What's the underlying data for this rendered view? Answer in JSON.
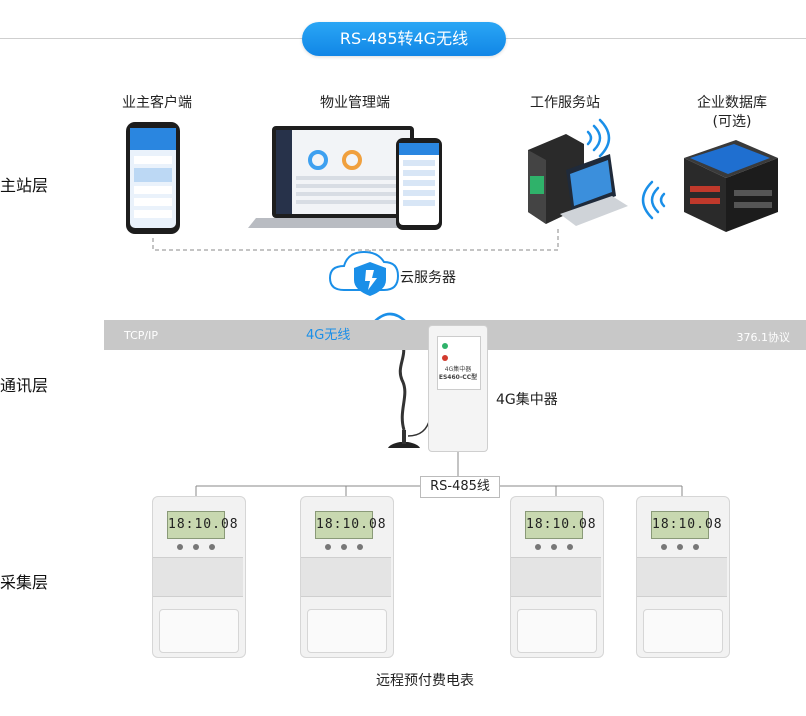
{
  "title": "RS-485转4G无线",
  "layers": {
    "master": "主站层",
    "comm": "通讯层",
    "collect": "采集层"
  },
  "master_devices": {
    "owner_client": "业主客户端",
    "property_client": "物业管理端",
    "workstation": "工作服务站",
    "enterprise_db": "企业数据库",
    "enterprise_db_note": "(可选)",
    "cloud": "云服务器"
  },
  "comm": {
    "left_protocol": "TCP/IP",
    "right_protocol": "376.1协议",
    "wireless": "4G无线",
    "collector": "4G集中器",
    "collector_panel_title": "4G集中器",
    "collector_model": "ES460-CC型"
  },
  "collect": {
    "bus": "RS-485线",
    "meter_reading": "18:10.08",
    "meters_label": "远程预付费电表"
  },
  "colors": {
    "accent": "#1a8fe8",
    "band": "#c8c8c8"
  }
}
